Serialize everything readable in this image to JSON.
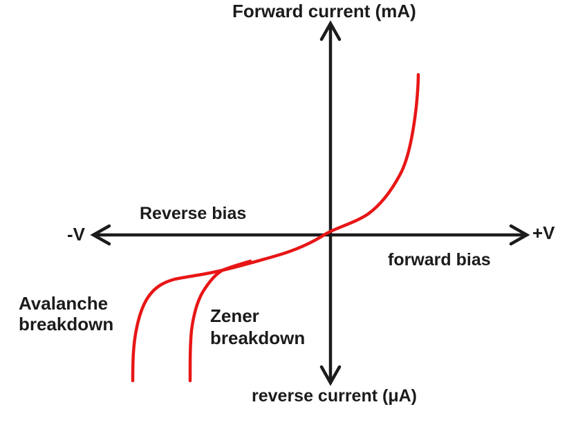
{
  "diagram": {
    "top_axis_label": "Forward current (mA)",
    "bottom_axis_label": "reverse current (μA)",
    "left_axis_label": "-V",
    "right_axis_label": "+V",
    "reverse_bias_label": "Reverse bias",
    "forward_bias_label": "forward bias",
    "avalanche_label": "Avalanche\nbreakdown",
    "zener_label": "Zener\nbreakdown"
  },
  "colors": {
    "curve": "#e81616",
    "axis": "#1c1c1c",
    "text": "#1b1b1b",
    "background": "#ffffff"
  }
}
